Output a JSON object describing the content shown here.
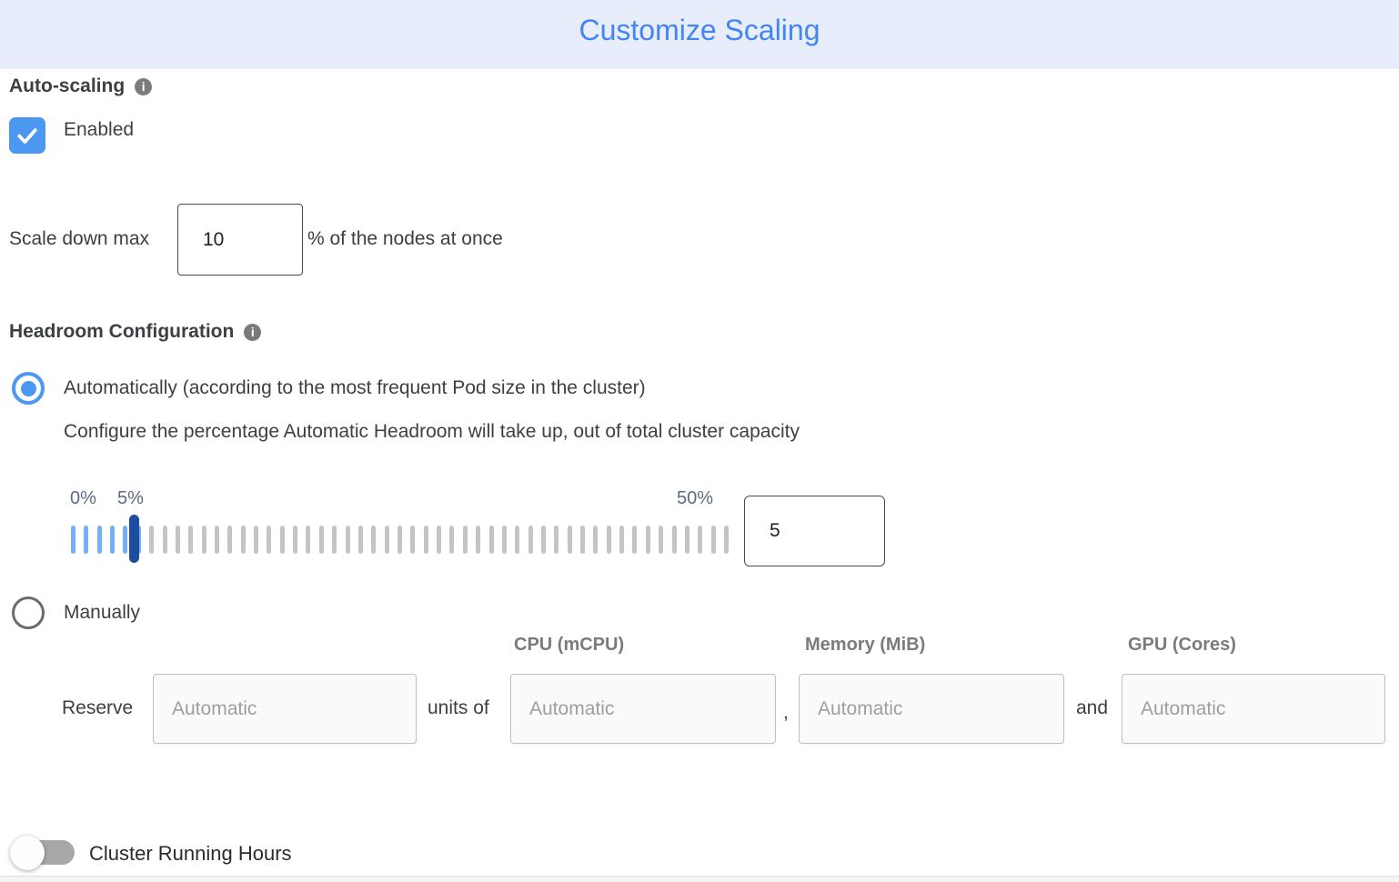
{
  "header": {
    "title": "Customize Scaling"
  },
  "auto_scaling": {
    "label": "Auto-scaling",
    "enabled_label": "Enabled",
    "checkbox_checked": true
  },
  "scale_down": {
    "prefix": "Scale down max",
    "value": "10",
    "suffix": "% of the nodes at once"
  },
  "headroom": {
    "label": "Headroom Configuration",
    "auto_option": "Automatically (according to the most frequent Pod size in the cluster)",
    "auto_description": "Configure the percentage Automatic Headroom will take up, out of total cluster capacity",
    "slider": {
      "min_label": "0%",
      "current_label": "5%",
      "max_label": "50%",
      "tick_count": 51,
      "active_ticks": 6,
      "handle_index": 5
    },
    "percentage_value": "5",
    "manual_option": "Manually"
  },
  "reserve": {
    "label": "Reserve",
    "units_of": "units of",
    "comma": ",",
    "and": "and",
    "columns": [
      "CPU (mCPU)",
      "Memory (MiB)",
      "GPU (Cores)"
    ],
    "placeholder": "Automatic"
  },
  "cluster_running_hours": {
    "label": "Cluster Running Hours",
    "enabled": false
  },
  "colors": {
    "accent_blue": "#4c97f0",
    "header_text": "#4286f5",
    "header_bg": "#e7edfa",
    "slider_handle": "#1d4e9e",
    "tick_active": "#74b0f4",
    "tick_inactive": "#c4c4c4"
  }
}
